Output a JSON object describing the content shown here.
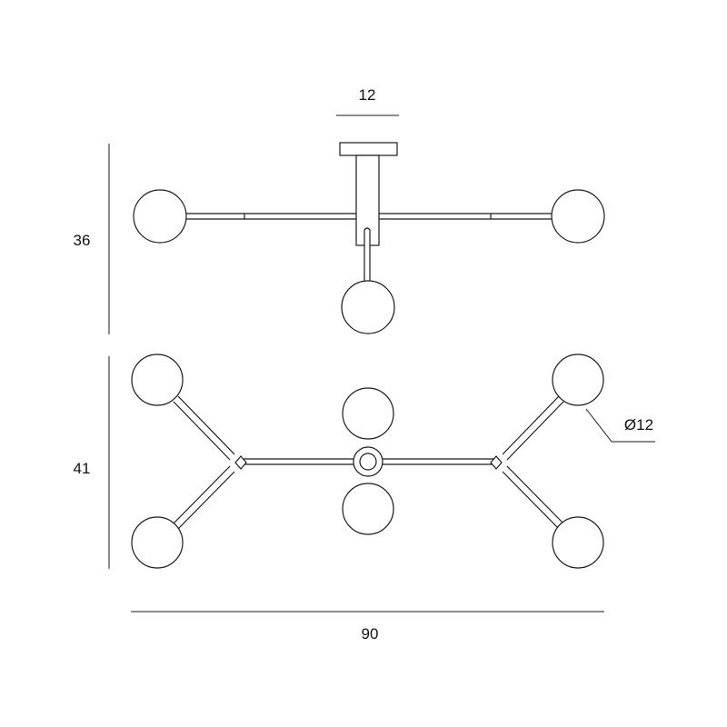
{
  "dimensions": {
    "canopy_width": "12",
    "side_height": "36",
    "top_depth": "41",
    "total_width": "90",
    "globe_diameter": "Ø12"
  },
  "colors": {
    "line": "#1a1a1a",
    "background": "#ffffff"
  }
}
